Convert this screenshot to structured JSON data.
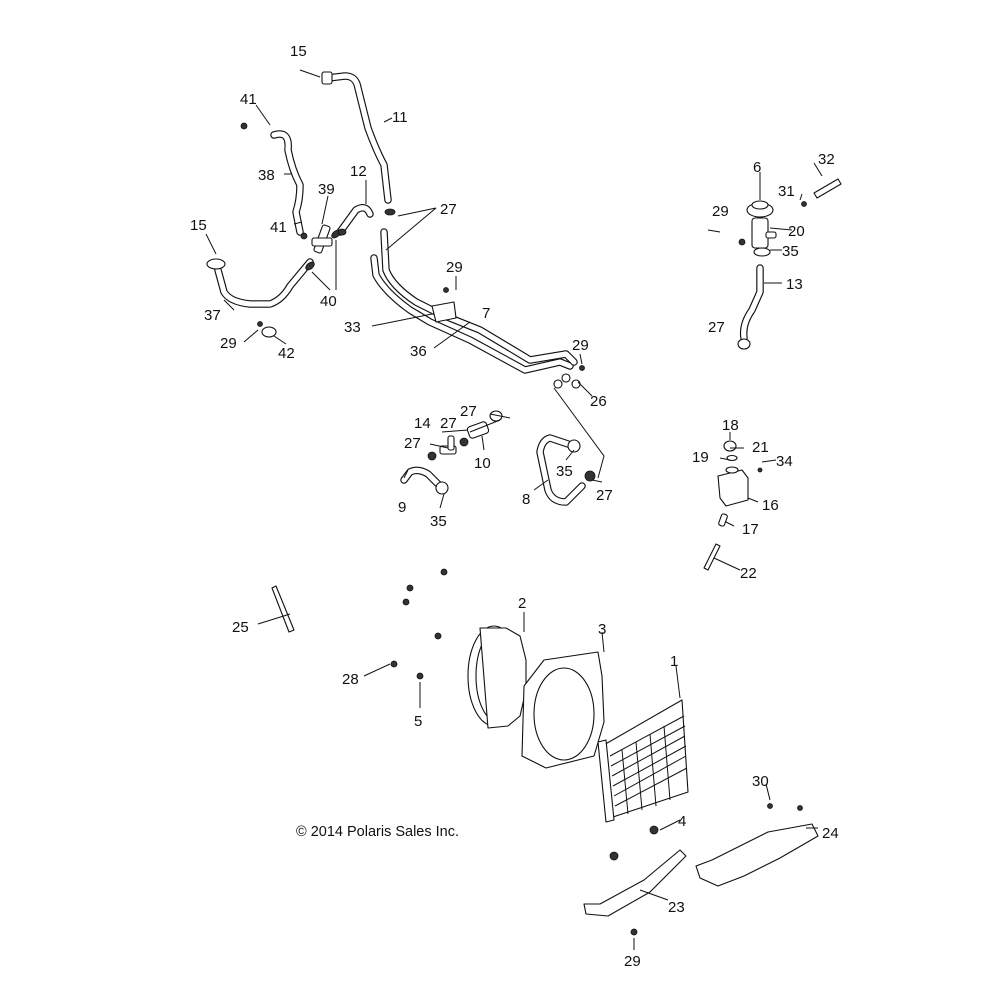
{
  "copyright": "© 2014 Polaris Sales Inc.",
  "callouts": [
    {
      "id": "c1",
      "text": "1"
    },
    {
      "id": "c2",
      "text": "2"
    },
    {
      "id": "c3",
      "text": "3"
    },
    {
      "id": "c4",
      "text": "4"
    },
    {
      "id": "c5",
      "text": "5"
    },
    {
      "id": "c6",
      "text": "6"
    },
    {
      "id": "c7",
      "text": "7"
    },
    {
      "id": "c8",
      "text": "8"
    },
    {
      "id": "c9",
      "text": "9"
    },
    {
      "id": "c10",
      "text": "10"
    },
    {
      "id": "c11",
      "text": "11"
    },
    {
      "id": "c12",
      "text": "12"
    },
    {
      "id": "c13",
      "text": "13"
    },
    {
      "id": "c14",
      "text": "14"
    },
    {
      "id": "c15a",
      "text": "15"
    },
    {
      "id": "c15b",
      "text": "15"
    },
    {
      "id": "c16",
      "text": "16"
    },
    {
      "id": "c17",
      "text": "17"
    },
    {
      "id": "c18",
      "text": "18"
    },
    {
      "id": "c19",
      "text": "19"
    },
    {
      "id": "c20",
      "text": "20"
    },
    {
      "id": "c21",
      "text": "21"
    },
    {
      "id": "c22",
      "text": "22"
    },
    {
      "id": "c23",
      "text": "23"
    },
    {
      "id": "c24",
      "text": "24"
    },
    {
      "id": "c25",
      "text": "25"
    },
    {
      "id": "c26",
      "text": "26"
    },
    {
      "id": "c27a",
      "text": "27"
    },
    {
      "id": "c27b",
      "text": "27"
    },
    {
      "id": "c27c",
      "text": "27"
    },
    {
      "id": "c27d",
      "text": "27"
    },
    {
      "id": "c27e",
      "text": "27"
    },
    {
      "id": "c27f",
      "text": "27"
    },
    {
      "id": "c28",
      "text": "28"
    },
    {
      "id": "c29a",
      "text": "29"
    },
    {
      "id": "c29b",
      "text": "29"
    },
    {
      "id": "c29c",
      "text": "29"
    },
    {
      "id": "c29d",
      "text": "29"
    },
    {
      "id": "c29e",
      "text": "29"
    },
    {
      "id": "c30",
      "text": "30"
    },
    {
      "id": "c31",
      "text": "31"
    },
    {
      "id": "c32",
      "text": "32"
    },
    {
      "id": "c33",
      "text": "33"
    },
    {
      "id": "c34",
      "text": "34"
    },
    {
      "id": "c35a",
      "text": "35"
    },
    {
      "id": "c35b",
      "text": "35"
    },
    {
      "id": "c35c",
      "text": "35"
    },
    {
      "id": "c36",
      "text": "36"
    },
    {
      "id": "c37",
      "text": "37"
    },
    {
      "id": "c38",
      "text": "38"
    },
    {
      "id": "c39",
      "text": "39"
    },
    {
      "id": "c40",
      "text": "40"
    },
    {
      "id": "c41a",
      "text": "41"
    },
    {
      "id": "c41b",
      "text": "41"
    },
    {
      "id": "c42",
      "text": "42"
    }
  ]
}
